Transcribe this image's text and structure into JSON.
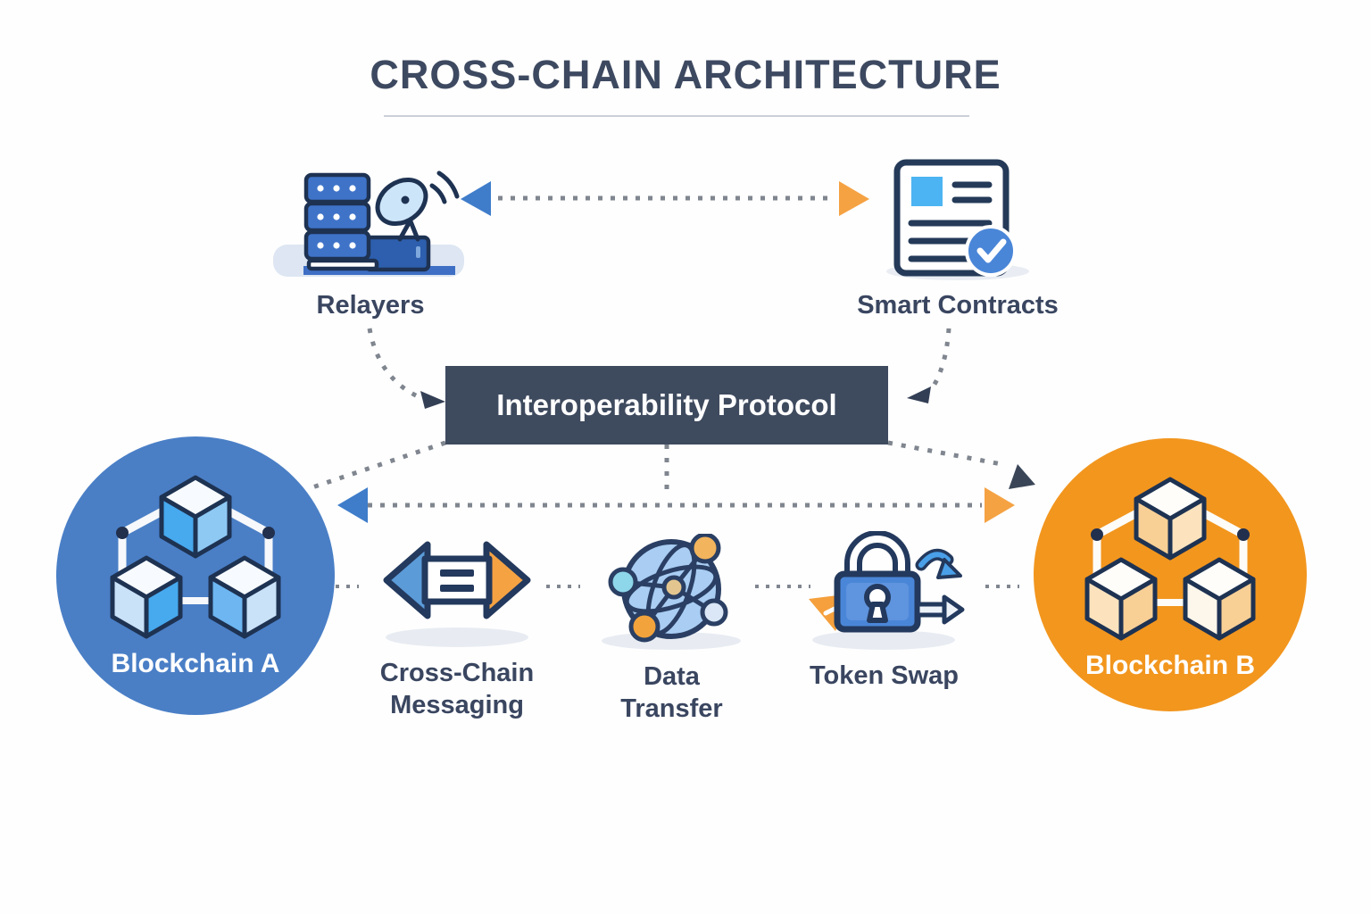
{
  "title": {
    "text": "CROSS-CHAIN ARCHITECTURE"
  },
  "protocol": {
    "label": "Interoperability Protocol",
    "bg_color": "#3e4a5e",
    "text_color": "#ffffff"
  },
  "top_nodes": {
    "relayers": {
      "label": "Relayers",
      "icon": "server-satellite-icon"
    },
    "smart_contracts": {
      "label": "Smart Contracts",
      "icon": "document-check-icon"
    }
  },
  "chains": {
    "a": {
      "label": "Blockchain A",
      "color": "#4a7fc6",
      "icon": "linked-cubes-icon"
    },
    "b": {
      "label": "Blockchain B",
      "color": "#f2961e",
      "icon": "linked-cubes-icon"
    }
  },
  "bridge_functions": [
    {
      "label": "Cross-Chain Messaging",
      "icon": "double-arrow-icon"
    },
    {
      "label": "Data Transfer",
      "icon": "network-globe-icon"
    },
    {
      "label": "Token Swap",
      "icon": "padlock-swap-icon"
    }
  ],
  "colors": {
    "title_text": "#3d4960",
    "label_text": "#3a4660",
    "connector_gray": "#80868f",
    "arrow_blue": "#3f7dca",
    "arrow_orange": "#f5a243",
    "arrow_navy": "#3a4658",
    "icon_outline_navy": "#23395d",
    "shadow_blob": "#e8ecf2"
  }
}
